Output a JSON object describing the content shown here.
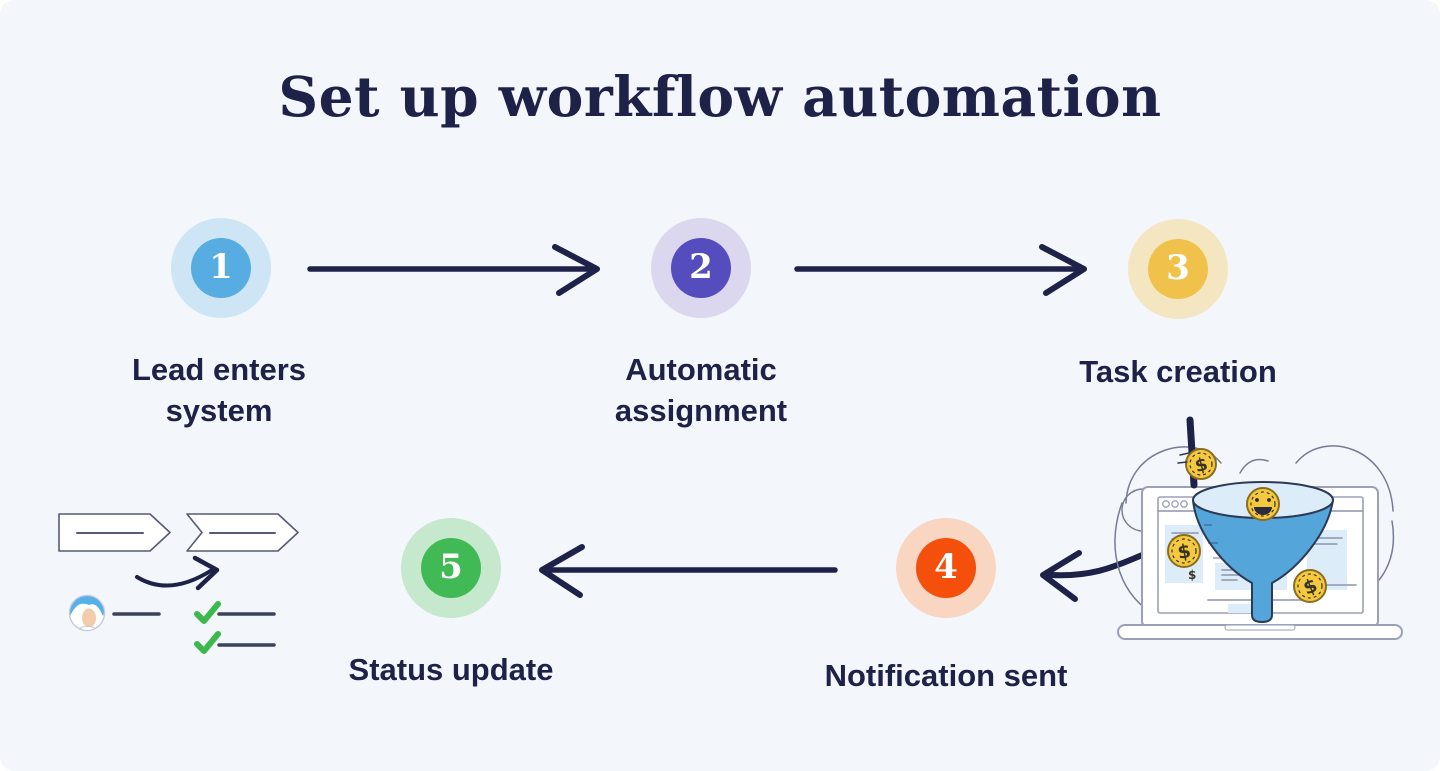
{
  "page": {
    "title": "Set up workflow automation"
  },
  "colors": {
    "ink": "#1e2148",
    "canvas-bg": "#f3f6fa",
    "check-green": "#3db84d",
    "coin-gold": "#f5c93f",
    "funnel-blue": "#54a5da",
    "funnel-top": "#dcecf8",
    "outline-gray": "#9ba0b8"
  },
  "steps": [
    {
      "number": "1",
      "label": "Lead enters\nsystem",
      "color": "#57ade2",
      "halo": "#cee5f6"
    },
    {
      "number": "2",
      "label": "Automatic\nassignment",
      "color": "#554cbd",
      "halo": "#dad7ef"
    },
    {
      "number": "3",
      "label": "Task creation",
      "color": "#f1c24b",
      "halo": "#f5e6c2"
    },
    {
      "number": "4",
      "label": "Notification sent",
      "color": "#f4500c",
      "halo": "#f8d6c1"
    },
    {
      "number": "5",
      "label": "Status update",
      "color": "#41ba55",
      "halo": "#c6e8cc"
    }
  ],
  "icons": {
    "flow_arrows": [
      "arrow-right-icon",
      "arrow-right-icon",
      "arrow-left-icon",
      "curved-arrow-left-icon",
      "curved-arrow-up-right-icon"
    ],
    "illustrations": [
      "sales-funnel-laptop-illustration",
      "status-checklist-illustration"
    ],
    "coin_symbol": "$"
  }
}
